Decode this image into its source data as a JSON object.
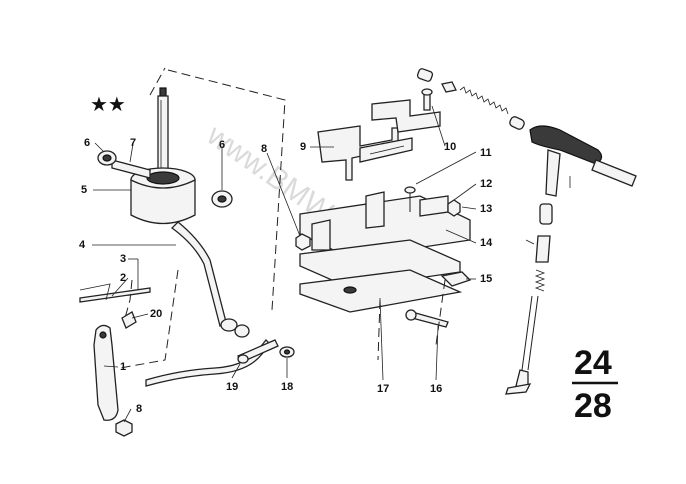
{
  "watermark": "www.BMWstore.pl",
  "stars": "★★",
  "group_number": {
    "top": "24",
    "bottom": "28"
  },
  "callouts": [
    {
      "id": "c1",
      "text": "1"
    },
    {
      "id": "c2",
      "text": "2"
    },
    {
      "id": "c3",
      "text": "3"
    },
    {
      "id": "c4",
      "text": "4"
    },
    {
      "id": "c5",
      "text": "5"
    },
    {
      "id": "c6a",
      "text": "6"
    },
    {
      "id": "c6b",
      "text": "6"
    },
    {
      "id": "c7",
      "text": "7"
    },
    {
      "id": "c8a",
      "text": "8"
    },
    {
      "id": "c8b",
      "text": "8"
    },
    {
      "id": "c9",
      "text": "9"
    },
    {
      "id": "c10",
      "text": "10"
    },
    {
      "id": "c11",
      "text": "11"
    },
    {
      "id": "c12",
      "text": "12"
    },
    {
      "id": "c13",
      "text": "13"
    },
    {
      "id": "c14",
      "text": "14"
    },
    {
      "id": "c15",
      "text": "15"
    },
    {
      "id": "c16",
      "text": "16"
    },
    {
      "id": "c17",
      "text": "17"
    },
    {
      "id": "c18",
      "text": "18"
    },
    {
      "id": "c19",
      "text": "19"
    },
    {
      "id": "c20",
      "text": "20"
    }
  ]
}
